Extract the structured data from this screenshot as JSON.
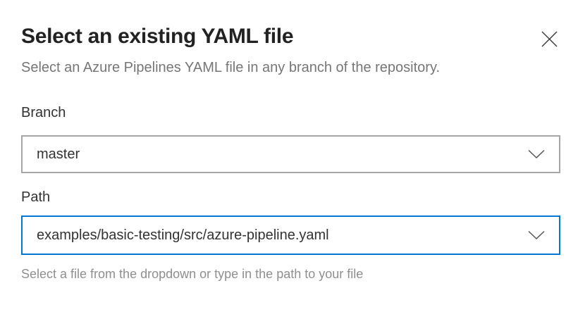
{
  "dialog": {
    "title": "Select an existing YAML file",
    "subtitle": "Select an Azure Pipelines YAML file in any branch of the repository.",
    "close_button": {
      "icon": "close-x"
    },
    "fields": {
      "branch": {
        "label": "Branch",
        "value": "master",
        "icon": "chevron-down"
      },
      "path": {
        "label": "Path",
        "value": "examples/basic-testing/src/azure-pipeline.yaml",
        "icon": "chevron-down",
        "helper": "Select a file from the dropdown or type in the path to your file"
      }
    }
  },
  "colors": {
    "focus_border": "#0078d4",
    "default_border": "#a6a6a6",
    "title_text": "#222222",
    "body_text": "#333333",
    "muted_text": "#767676",
    "helper_text": "#8f8f8f",
    "icon_stroke": "#555555"
  }
}
